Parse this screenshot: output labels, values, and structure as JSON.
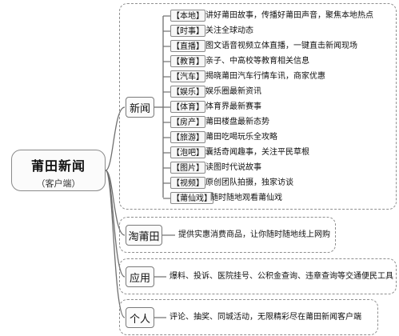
{
  "root": {
    "title": "莆田新闻",
    "subtitle": "（客户端）"
  },
  "branches": {
    "news": {
      "label": "新闻",
      "items": [
        {
          "tag": "【本地】",
          "text": "讲好莆田故事，传播好莆田声音，聚焦本地热点"
        },
        {
          "tag": "【时事】",
          "text": "关注全球动态"
        },
        {
          "tag": "【直播】",
          "text": "图文语音视频立体直播，一键直击新闻现场"
        },
        {
          "tag": "【教育】",
          "text": "亲子、中高校等教育相关信息"
        },
        {
          "tag": "【汽车】",
          "text": "揭晓莆田汽车行情车讯，商家优惠"
        },
        {
          "tag": "【娱乐】",
          "text": "娱乐圈最新资讯"
        },
        {
          "tag": "【体育】",
          "text": "体育界最新赛事"
        },
        {
          "tag": "【房产】",
          "text": "莆田楼盘最新态势"
        },
        {
          "tag": "【旅游】",
          "text": "莆田吃喝玩乐全攻略"
        },
        {
          "tag": "【泡吧】",
          "text": "囊括奇闻趣事，关注平民草根"
        },
        {
          "tag": "【图片】",
          "text": "读图时代说故事"
        },
        {
          "tag": "【视频】",
          "text": "原创团队拍摄，独家访谈"
        },
        {
          "tag": "【莆仙戏】",
          "text": "随时随地观看莆仙戏"
        }
      ]
    },
    "taoputian": {
      "label": "淘莆田",
      "text": "提供实惠消费商品，让你随时随地线上网购"
    },
    "apps": {
      "label": "应用",
      "text": "爆料、投诉、医院挂号、公积金查询、违章查询等交通便民工具"
    },
    "personal": {
      "label": "个人",
      "text": "评论、抽奖、同城活动，无限精彩尽在莆田新闻客户端"
    }
  }
}
